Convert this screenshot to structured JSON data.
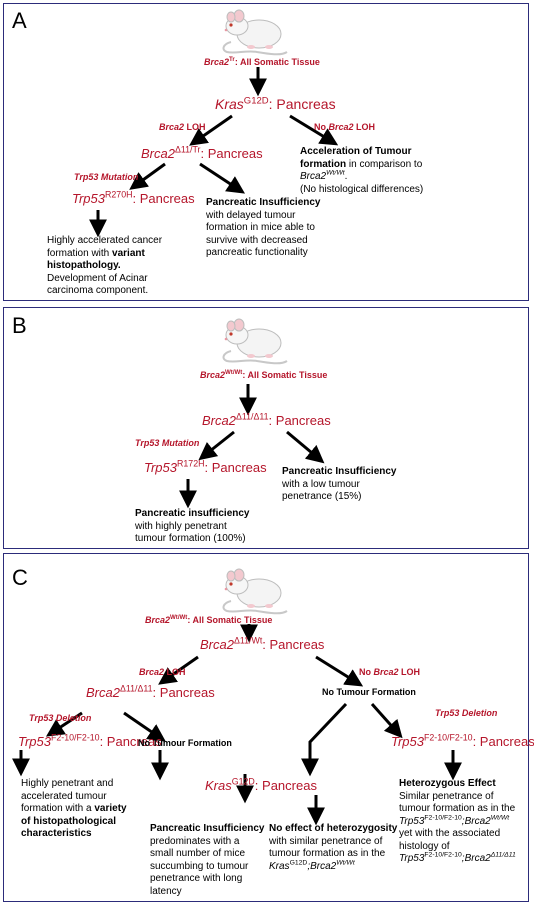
{
  "panelA": {
    "label": "A",
    "root": {
      "gene": "Brca2",
      "sup": "Tr",
      "rest": ": All Somatic Tissue"
    },
    "kras": {
      "gene": "Kras",
      "sup": "G12D",
      "rest": ": Pancreas"
    },
    "left_edge": {
      "italic": "Brca2",
      "rest": " LOH"
    },
    "right_edge": {
      "prefix": "No ",
      "italic": "Brca2",
      "rest": " LOH"
    },
    "brca": {
      "gene": "Brca2",
      "sup": "Δ11/Tr",
      "rest": ": Pancreas"
    },
    "right_out": {
      "l1": "Acceleration of Tumour",
      "l2": "formation",
      "l2b": " in comparison to",
      "l3": "Brca2",
      "l3sup": "Wt/Wt",
      "l3b": ".",
      "l4": "(No histological differences)"
    },
    "trp_edge": "Trp53 Mutation",
    "trp": {
      "gene": "Trp53",
      "sup": "R270H",
      "rest": ": Pancreas"
    },
    "mid_out": {
      "l1": "Pancreatic Insufficiency",
      "l2": "with delayed tumour",
      "l3": "formation in mice able to",
      "l4": "survive with decreased",
      "l5": "pancreatic functionality"
    },
    "left_out": {
      "l1": "Highly accelerated cancer",
      "l2": "formation with ",
      "l2b": "variant",
      "l3": "histopathology.",
      "l4": "Development of Acinar",
      "l5": "carcinoma component."
    }
  },
  "panelB": {
    "label": "B",
    "root": {
      "gene": "Brca2",
      "sup": "Wt/Wt",
      "rest": ": All Somatic Tissue"
    },
    "brca": {
      "gene": "Brca2",
      "sup": "Δ11/Δ11",
      "rest": ": Pancreas"
    },
    "trp_edge": "Trp53 Mutation",
    "trp": {
      "gene": "Trp53",
      "sup": "R172H",
      "rest": ": Pancreas"
    },
    "right_out": {
      "l1": "Pancreatic Insufficiency",
      "l2": "with a low tumour",
      "l3": "penetrance (15%)"
    },
    "left_out": {
      "l1": "Pancreatic insufficiency",
      "l2": "with highly penetrant",
      "l3": "tumour formation (100%)"
    }
  },
  "panelC": {
    "label": "C",
    "root": {
      "gene": "Brca2",
      "sup": "Wt/Wt",
      "rest": ": All Somatic Tissue"
    },
    "brca_het": {
      "gene": "Brca2",
      "sup": "Δ11/Wt",
      "rest": ": Pancreas"
    },
    "left_edge": {
      "italic": "Brca2",
      "rest": " LOH"
    },
    "right_edge": {
      "prefix": "No ",
      "italic": "Brca2",
      "rest": " LOH"
    },
    "brca_hom": {
      "gene": "Brca2",
      "sup": "Δ11/Δ11",
      "rest": ": Pancreas"
    },
    "no_tumour_right": "No Tumour Formation",
    "trp_edge_left": "Trp53 Deletion",
    "trp_left": {
      "gene": "Trp53",
      "sup": "F2-10/F2-10",
      "rest": ": Pancreas"
    },
    "no_tumour_mid": "No Tumour Formation",
    "trp_edge_right": "Trp53 Deletion",
    "trp_right": {
      "gene": "Trp53",
      "sup": "F2-10/F2-10",
      "rest": ": Pancreas"
    },
    "kras": {
      "gene": "Kras",
      "sup": "G12D",
      "rest": ": Pancreas"
    },
    "out1": {
      "l1": "Highly penetrant and",
      "l2": "accelerated tumour",
      "l3": "formation with a ",
      "l3b": "variety",
      "l4": "of histopathological",
      "l5": "characteristics"
    },
    "out2": {
      "l1": "Pancreatic Insufficiency",
      "l2": "predominates with a",
      "l3": "small number of mice",
      "l4": "succumbing to tumour",
      "l5": "penetrance with long",
      "l6": "latency"
    },
    "out3": {
      "l1": "No effect of heterozygosity",
      "l2": "with similar penetrance of",
      "l3": "tumour formation as in the",
      "l4a": "Kras",
      "l4sup": "G12D",
      "l4b": ";Brca2",
      "l4sup2": "Wt/Wt"
    },
    "out4": {
      "l1": "Heterozygous Effect",
      "l2": "Similar penetrance of",
      "l3": "tumour formation as in the",
      "l4a": "Trp53",
      "l4sup": "F2-10/F2-10",
      "l4b": ";Brca2",
      "l4sup2": "Wt/Wt",
      "l5": "yet with the associated",
      "l6": "histology of",
      "l7a": "Trp53",
      "l7sup": "F2-10/F2-10",
      "l7b": ";Brca2",
      "l7sup2": "Δ11/Δ11"
    }
  }
}
